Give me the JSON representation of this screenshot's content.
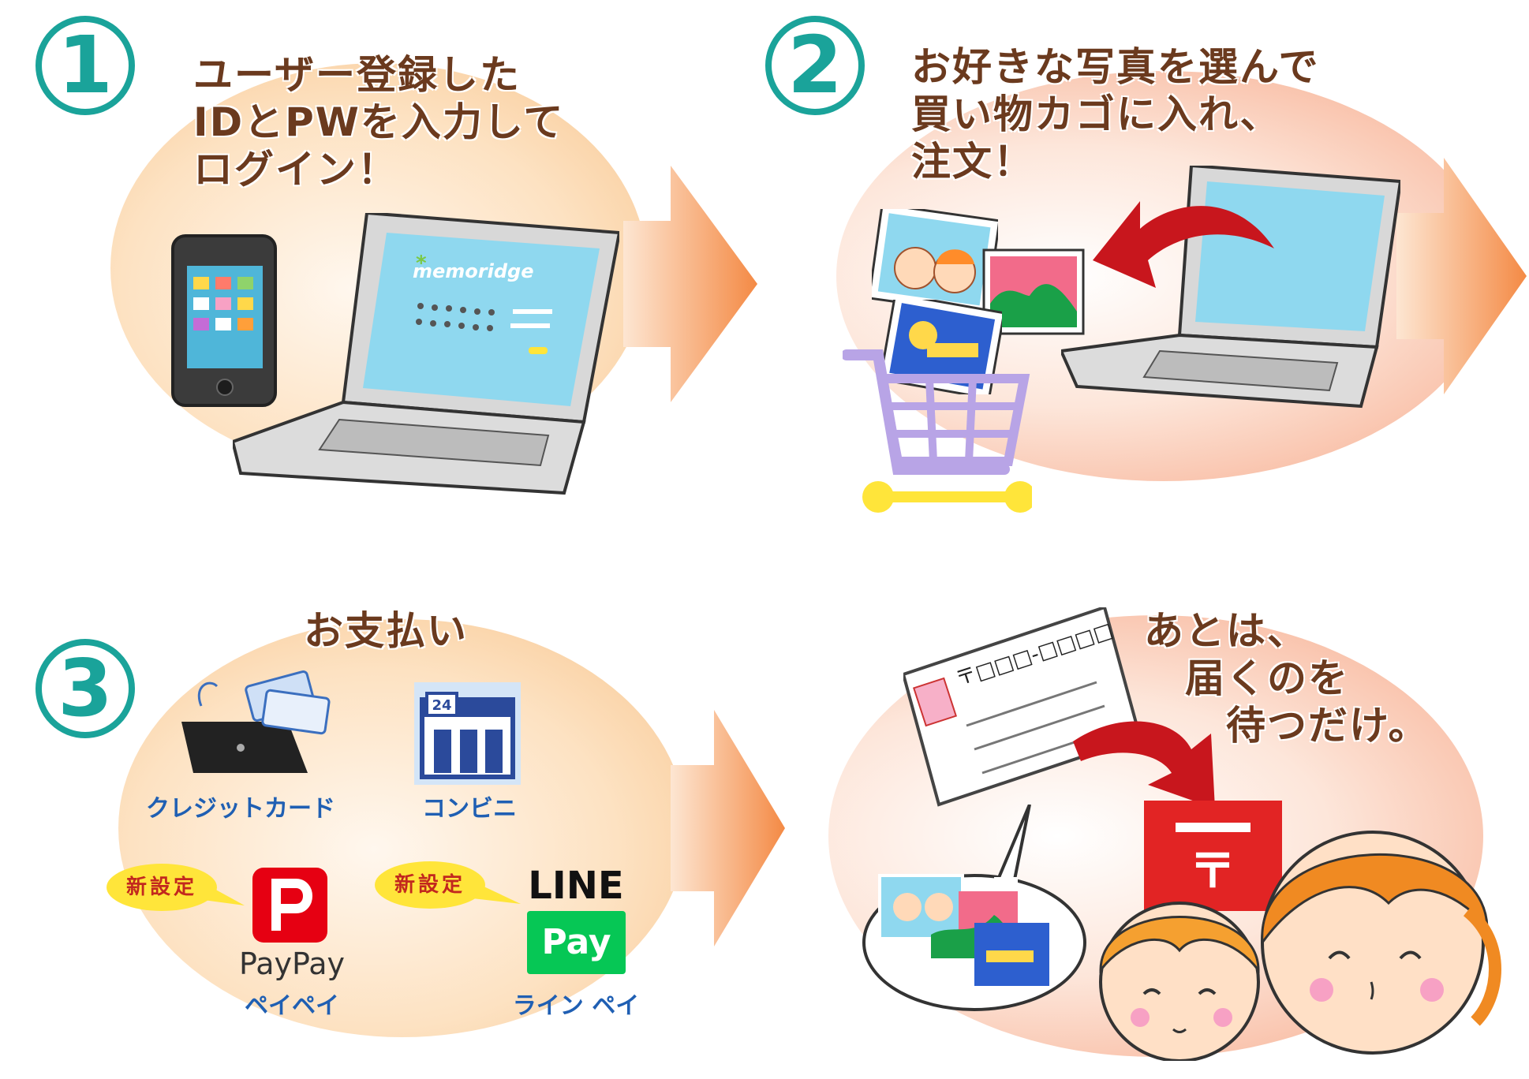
{
  "steps": [
    {
      "number": "1",
      "text": "ユーザー登録した\nIDとPWを入力して\nログイン！"
    },
    {
      "number": "2",
      "text": "お好きな写真を選んで\n買い物カゴに入れ、\n注文！"
    },
    {
      "number": "3",
      "text": "お支払い"
    },
    {
      "number": "",
      "text": "あとは、\n　届くのを\n　　待つだけ。"
    }
  ],
  "laptop_logo": "memoridge",
  "store_icon_label": "24",
  "payment_methods": [
    {
      "name": "クレジットカード"
    },
    {
      "name": "コンビニ"
    },
    {
      "name": "ペイペイ",
      "logo": "PayPay",
      "badge": "新設定"
    },
    {
      "name": "ライン ペイ",
      "logo_top": "LINE",
      "logo_bottom": "Pay",
      "badge": "新設定"
    }
  ],
  "postcard_text": "〒□□□-□□□□",
  "colors": {
    "accent_teal": "#1aa39a",
    "headline_brown": "#6b3a1e",
    "arrow_orange": "#f59a5a",
    "paypay_red": "#e60012",
    "line_green": "#06c755",
    "postbox_red": "#e22424"
  },
  "icons": [
    "smartphone-icon",
    "laptop-icon",
    "shopping-cart-icon",
    "photo-icon",
    "credit-card-icon",
    "convenience-store-icon",
    "postcard-icon",
    "mailbox-icon",
    "child-face-icon"
  ]
}
